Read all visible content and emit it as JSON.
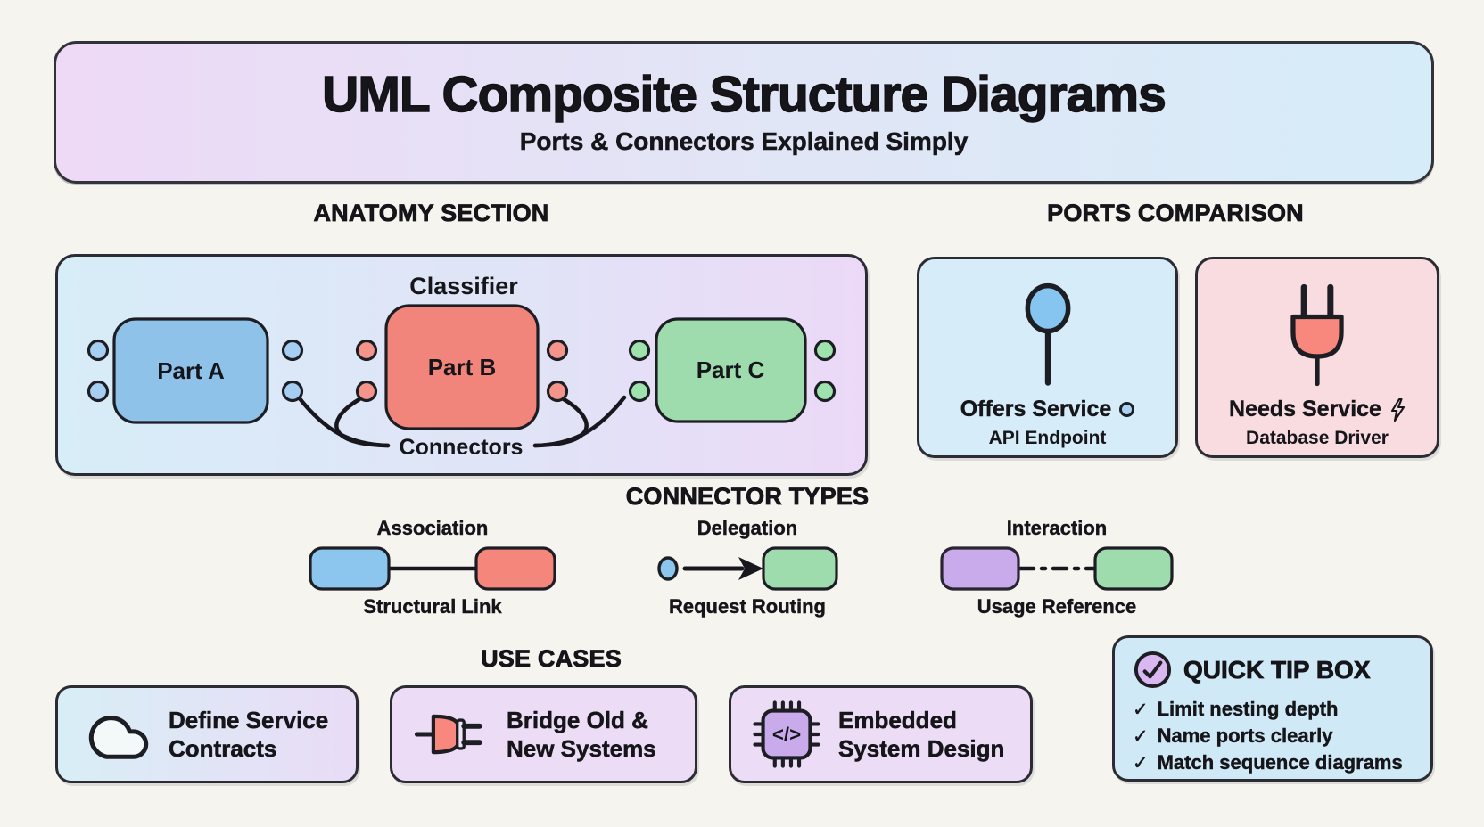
{
  "banner": {
    "title": "UML Composite Structure Diagrams",
    "subtitle": "Ports & Connectors Explained Simply"
  },
  "anatomy": {
    "heading": "ANATOMY SECTION",
    "classifier_label": "Classifier",
    "parts": [
      {
        "label": "Part A",
        "color": "#8ec2e9",
        "port_color": "#a6cdf2"
      },
      {
        "label": "Part B",
        "color": "#f2857b",
        "port_color": "#f4948b"
      },
      {
        "label": "Part C",
        "color": "#9edcae",
        "port_color": "#9ee3ad"
      }
    ],
    "connectors_label": "Connectors"
  },
  "ports_comparison": {
    "heading": "PORTS COMPARISON",
    "cards": [
      {
        "title": "Offers Service",
        "inline_icon": "provided-interface-circle-icon",
        "subtitle": "API Endpoint",
        "icon": "lollipop-port-icon",
        "bg": "#d6edf9"
      },
      {
        "title": "Needs Service",
        "inline_icon": "lightning-bolt-icon",
        "subtitle": "Database Driver",
        "icon": "plug-port-icon",
        "bg": "#f9dce0"
      }
    ]
  },
  "connector_types": {
    "heading": "CONNECTOR TYPES",
    "items": [
      {
        "title": "Association",
        "caption": "Structural Link",
        "style": "solid-line"
      },
      {
        "title": "Delegation",
        "caption": "Request Routing",
        "style": "arrow-line"
      },
      {
        "title": "Interaction",
        "caption": "Usage Reference",
        "style": "dash-dot-line"
      }
    ]
  },
  "use_cases": {
    "heading": "USE CASES",
    "items": [
      {
        "label": "Define Service Contracts",
        "icon": "cloud-icon"
      },
      {
        "label": "Bridge Old & New Systems",
        "icon": "plug-icon"
      },
      {
        "label": "Embedded System Design",
        "icon": "chip-icon",
        "icon_glyph": "</>"
      }
    ]
  },
  "quick_tips": {
    "title": "QUICK TIP BOX",
    "check_glyph": "✓",
    "items": [
      "Limit nesting depth",
      "Name ports clearly",
      "Match sequence diagrams"
    ]
  },
  "colors": {
    "background": "#f5f4ef",
    "outline_dark": "#1d1d24",
    "banner_gradient_left": "#eed9f6",
    "banner_gradient_right": "#d6ecf8",
    "classifier_gradient_left": "#d7edf8",
    "classifier_gradient_right": "#ecd9f7",
    "part_blue": "#8ec2e9",
    "part_red": "#f2857b",
    "part_green": "#9edcae",
    "box_purple": "#c9abec",
    "offers_card_bg": "#d6edf9",
    "needs_card_bg": "#f9dce0",
    "use_case_lavender": "#ecdcf6",
    "tip_box_bg": "#cfe9f6",
    "tip_check_circle": "#d9b7f1"
  }
}
